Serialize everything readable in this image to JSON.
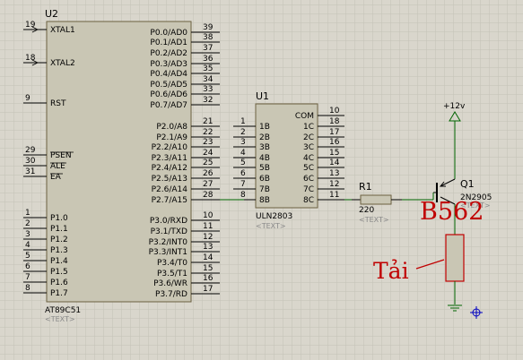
{
  "u2": {
    "ref": "U2",
    "part": "AT89C51",
    "placeholder": "<TEXT>",
    "left_pins": [
      {
        "num": "19",
        "name": "XTAL1"
      },
      {
        "num": "18",
        "name": "XTAL2"
      },
      {
        "num": "9",
        "name": "RST"
      },
      {
        "num": "29",
        "name": "PSEN"
      },
      {
        "num": "30",
        "name": "ALE"
      },
      {
        "num": "31",
        "name": "EA"
      },
      {
        "num": "1",
        "name": "P1.0"
      },
      {
        "num": "2",
        "name": "P1.1"
      },
      {
        "num": "3",
        "name": "P1.2"
      },
      {
        "num": "4",
        "name": "P1.3"
      },
      {
        "num": "5",
        "name": "P1.4"
      },
      {
        "num": "6",
        "name": "P1.5"
      },
      {
        "num": "7",
        "name": "P1.6"
      },
      {
        "num": "8",
        "name": "P1.7"
      }
    ],
    "right_pins": [
      {
        "num": "39",
        "name": "P0.0/AD0"
      },
      {
        "num": "38",
        "name": "P0.1/AD1"
      },
      {
        "num": "37",
        "name": "P0.2/AD2"
      },
      {
        "num": "36",
        "name": "P0.3/AD3"
      },
      {
        "num": "35",
        "name": "P0.4/AD4"
      },
      {
        "num": "34",
        "name": "P0.5/AD5"
      },
      {
        "num": "33",
        "name": "P0.6/AD6"
      },
      {
        "num": "32",
        "name": "P0.7/AD7"
      },
      {
        "num": "21",
        "name": "P2.0/A8"
      },
      {
        "num": "22",
        "name": "P2.1/A9"
      },
      {
        "num": "23",
        "name": "P2.2/A10"
      },
      {
        "num": "24",
        "name": "P2.3/A11"
      },
      {
        "num": "25",
        "name": "P2.4/A12"
      },
      {
        "num": "26",
        "name": "P2.5/A13"
      },
      {
        "num": "27",
        "name": "P2.6/A14"
      },
      {
        "num": "28",
        "name": "P2.7/A15"
      },
      {
        "num": "10",
        "name": "P3.0/RXD"
      },
      {
        "num": "11",
        "name": "P3.1/TXD"
      },
      {
        "num": "12",
        "name": "P3.2/INT0"
      },
      {
        "num": "13",
        "name": "P3.3/INT1"
      },
      {
        "num": "14",
        "name": "P3.4/T0"
      },
      {
        "num": "15",
        "name": "P3.5/T1"
      },
      {
        "num": "16",
        "name": "P3.6/WR"
      },
      {
        "num": "17",
        "name": "P3.7/RD"
      }
    ]
  },
  "u1": {
    "ref": "U1",
    "part": "ULN2803",
    "placeholder": "<TEXT>",
    "com": {
      "num": "10",
      "name": "COM"
    },
    "inputs": [
      {
        "num": "1",
        "name": "1B"
      },
      {
        "num": "2",
        "name": "2B"
      },
      {
        "num": "3",
        "name": "3B"
      },
      {
        "num": "4",
        "name": "4B"
      },
      {
        "num": "5",
        "name": "5B"
      },
      {
        "num": "6",
        "name": "6B"
      },
      {
        "num": "7",
        "name": "7B"
      },
      {
        "num": "8",
        "name": "8B"
      }
    ],
    "outputs": [
      {
        "num": "18",
        "name": "1C"
      },
      {
        "num": "17",
        "name": "2C"
      },
      {
        "num": "16",
        "name": "3C"
      },
      {
        "num": "15",
        "name": "4C"
      },
      {
        "num": "14",
        "name": "5C"
      },
      {
        "num": "13",
        "name": "6C"
      },
      {
        "num": "12",
        "name": "7C"
      },
      {
        "num": "11",
        "name": "8C"
      }
    ]
  },
  "r1": {
    "ref": "R1",
    "value": "220",
    "placeholder": "<TEXT>"
  },
  "q1": {
    "ref": "Q1",
    "part": "2N2905",
    "placeholder": "<TEXT>"
  },
  "power": {
    "label": "+12v"
  },
  "annotations": {
    "transistor": "B562",
    "load": "Tải"
  },
  "colors": {
    "background": "#d9d6cc",
    "grid": "#c4c1b6",
    "chip_fill": "#c9c6b4",
    "wire": "#006400",
    "annotation": "#c00000"
  }
}
